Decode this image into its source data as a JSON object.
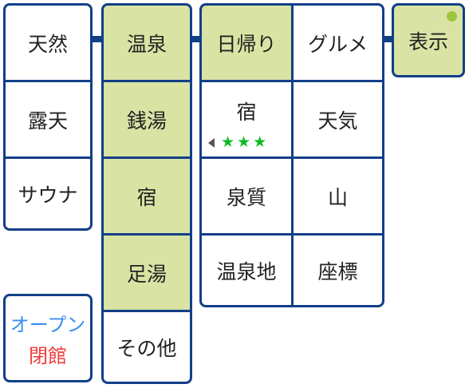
{
  "col_nature": [
    "天然",
    "露天",
    "サウナ"
  ],
  "col_facility": [
    "温泉",
    "銭湯",
    "宿",
    "足湯",
    "その他"
  ],
  "grid_left": [
    "日帰り",
    "宿",
    "泉質",
    "温泉地"
  ],
  "grid_right": [
    "グルメ",
    "天気",
    "山",
    "座標"
  ],
  "display_label": "表示",
  "rating": {
    "stars": 3,
    "star_glyph": "★"
  },
  "status": {
    "open_label": "オープン",
    "closed_label": "閉館"
  },
  "colors": {
    "border": "#123f88",
    "selected": "#d9e4a4",
    "star": "#11bb22",
    "open": "#3a8ff0",
    "closed": "#ee3a3a",
    "dot": "#9dc43a"
  }
}
